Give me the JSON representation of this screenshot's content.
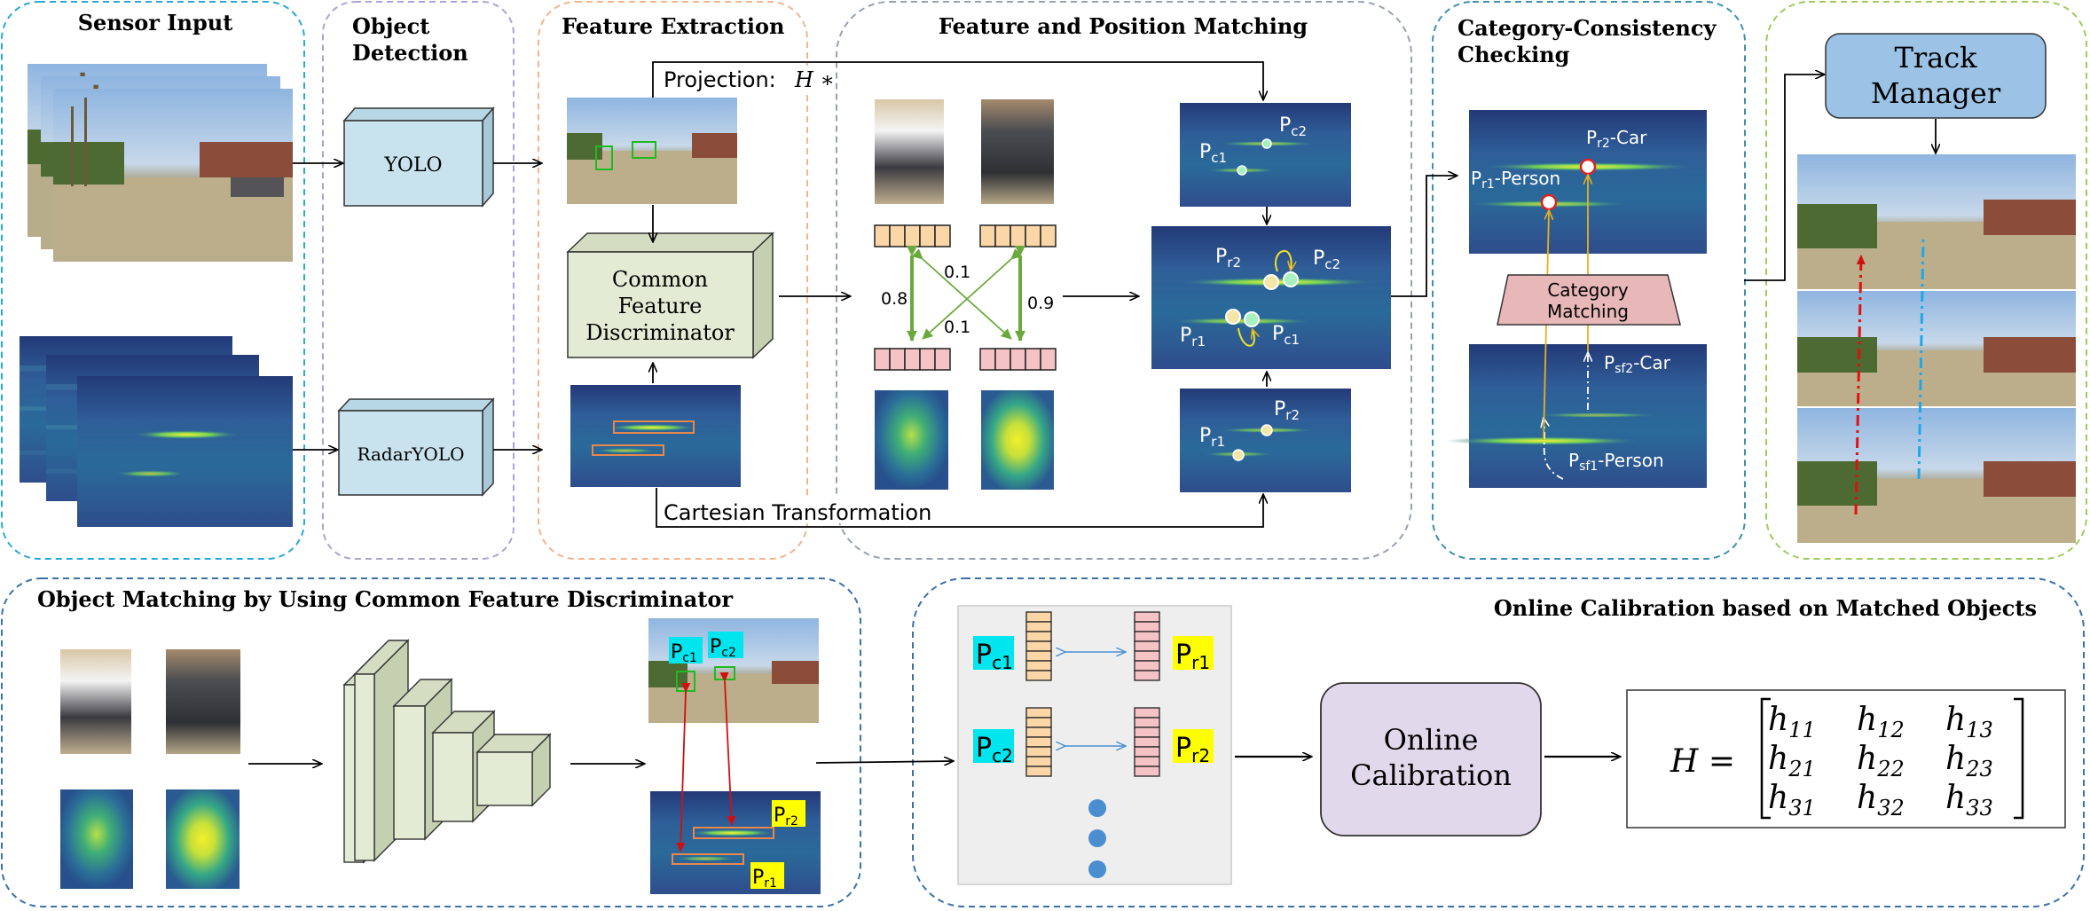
{
  "sections": {
    "sensor_input": "Sensor Input",
    "object_detection": [
      "Object",
      "Detection"
    ],
    "feature_extraction": "Feature Extraction",
    "feature_position_matching": "Feature and Position Matching",
    "category_consistency": [
      "Category-Consistency",
      "Checking"
    ],
    "object_matching_cfd": "Object Matching by Using Common Feature Discriminator",
    "online_calibration_title": "Online Calibration based on Matched Objects"
  },
  "boxes": {
    "yolo": "YOLO",
    "radar_yolo": "RadarYOLO",
    "cfd": [
      "Common",
      "Feature",
      "Discriminator"
    ],
    "track_manager": [
      "Track",
      "Manager"
    ],
    "category_matching": [
      "Category",
      "Matching"
    ],
    "online_calibration": [
      "Online",
      "Calibration"
    ]
  },
  "arrows": {
    "projection": "Projection:",
    "projection_symbol": "H ∗",
    "cartesian": "Cartesian Transformation"
  },
  "weights": {
    "w1": "0.8",
    "w2": "0.1",
    "w3": "0.1",
    "w4": "0.9"
  },
  "points": {
    "c": "P",
    "r": "P",
    "sf": "P",
    "c1": "c1",
    "c2": "c2",
    "r1": "r1",
    "r2": "r2",
    "sf1": "sf1",
    "sf2": "sf2",
    "person": "-Person",
    "car": "-Car"
  },
  "matrix": {
    "lhs": "H =",
    "rows": [
      [
        "h11",
        "h12",
        "h13"
      ],
      [
        "h21",
        "h22",
        "h23"
      ],
      [
        "h31",
        "h32",
        "h33"
      ]
    ]
  },
  "colors": {
    "cyan_border": "#29a9d3",
    "lavender_border": "#a9a6cf",
    "peach_border": "#f2b48d",
    "grey_border": "#9aa0b4",
    "teal_border": "#3e8fb0",
    "green_border": "#9ccc5c",
    "blue_border": "#3a72a8",
    "box_blue": "#c9e3ee",
    "box_green": "#e3ebd4",
    "box_pink": "#e8b8b8",
    "box_lavender": "#e2d8eb",
    "track_blue": "#9cc3e6",
    "feat_orange": "#fbd7a8",
    "feat_pink": "#f5c3c6",
    "label_cyan": "#00e5ee",
    "label_yellow": "#ffff00"
  }
}
